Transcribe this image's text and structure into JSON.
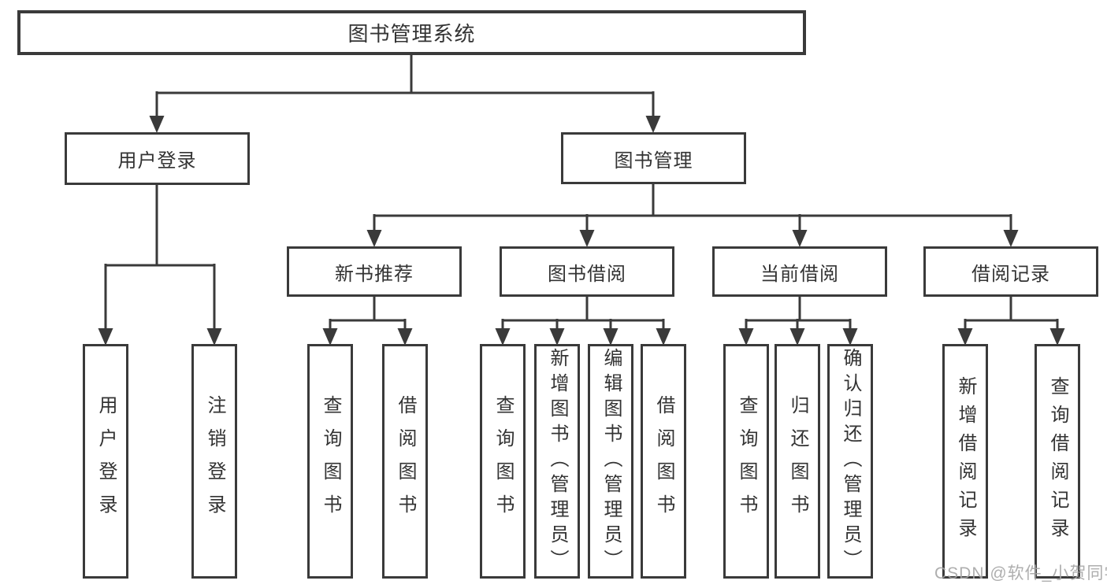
{
  "diagram": {
    "root": "图书管理系统",
    "level2": {
      "user_login": "用户登录",
      "book_mgmt": "图书管理"
    },
    "level3": {
      "new_book": "新书推荐",
      "book_borrow": "图书借阅",
      "current_borrow": "当前借阅",
      "borrow_records": "借阅记录"
    },
    "leaves": {
      "user_login": "用户登录",
      "logout": "注销登录",
      "nb_query": "查询图书",
      "nb_borrow": "借阅图书",
      "bb_query": "查询图书",
      "bb_add": "新增图书（管理员）",
      "bb_edit": "编辑图书（管理员）",
      "bb_borrow": "借阅图书",
      "cb_query": "查询图书",
      "cb_return": "归还图书",
      "cb_confirm": "确认归还（管理员）",
      "br_add": "新增借阅记录",
      "br_query": "查询借阅记录"
    }
  },
  "watermark": "CSDN @软件_小贺同学",
  "colors": {
    "line": "#3a3a3a",
    "text": "#333333",
    "watermark": "#a5a5a5",
    "background": "#ffffff"
  }
}
